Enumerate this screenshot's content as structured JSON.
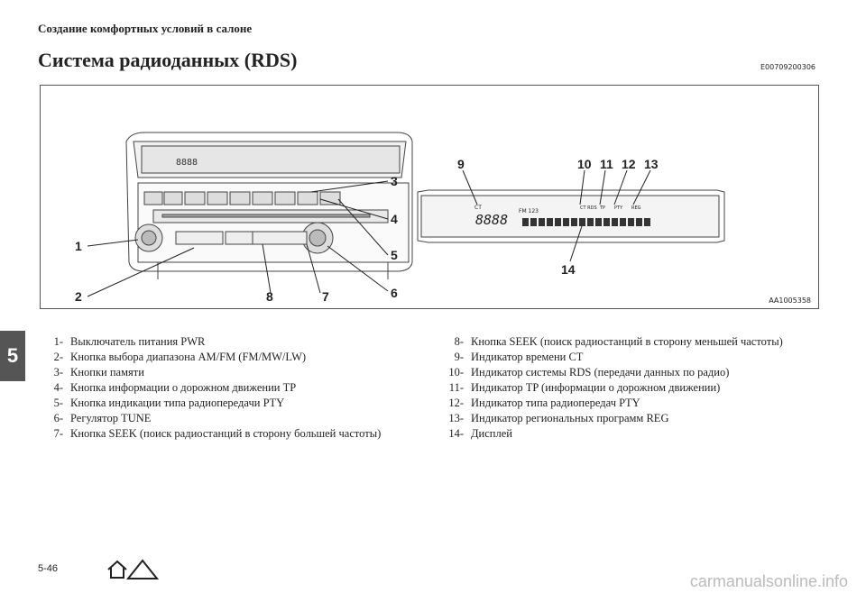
{
  "header": "Создание комфортных условий в салоне",
  "title": "Система радиоданных (RDS)",
  "section_code": "E00709200306",
  "figure_code": "AA1005358",
  "chapter": "5",
  "display_labels": {
    "ct": "CT",
    "fm": "FM 123",
    "digits": "8888",
    "ct_rds": "CT RDS",
    "tp": "TP",
    "pty": "PTY",
    "reg": "REG"
  },
  "callouts": [
    "1",
    "2",
    "3",
    "4",
    "5",
    "6",
    "7",
    "8",
    "9",
    "10",
    "11",
    "12",
    "13",
    "14"
  ],
  "left_list": [
    {
      "num": "1-",
      "text": "Выключатель питания PWR"
    },
    {
      "num": "2-",
      "text": "Кнопка выбора диапазона AM/FM (FM/MW/LW)"
    },
    {
      "num": "3-",
      "text": "Кнопки памяти"
    },
    {
      "num": "4-",
      "text": "Кнопка информации о дорожном движении TP"
    },
    {
      "num": "5-",
      "text": "Кнопка индикации типа радиопередачи PTY"
    },
    {
      "num": "6-",
      "text": "Регулятор TUNE"
    },
    {
      "num": "7-",
      "text": "Кнопка SEEK (поиск радиостанций в сторону большей частоты)"
    }
  ],
  "right_list": [
    {
      "num": "8-",
      "text": "Кнопка SEEK (поиск радиостанций в сторону меньшей частоты)"
    },
    {
      "num": "9-",
      "text": "Индикатор времени CT"
    },
    {
      "num": "10-",
      "text": "Индикатор системы RDS (передачи данных по радио)"
    },
    {
      "num": "11-",
      "text": "Индикатор TP (информации о дорожном движении)"
    },
    {
      "num": "12-",
      "text": "Индикатор типа радиопередач PTY"
    },
    {
      "num": "13-",
      "text": "Индикатор региональных программ REG"
    },
    {
      "num": "14-",
      "text": "Дисплей"
    }
  ],
  "page_number": "5-46",
  "watermark": "carmanualsonline.info"
}
